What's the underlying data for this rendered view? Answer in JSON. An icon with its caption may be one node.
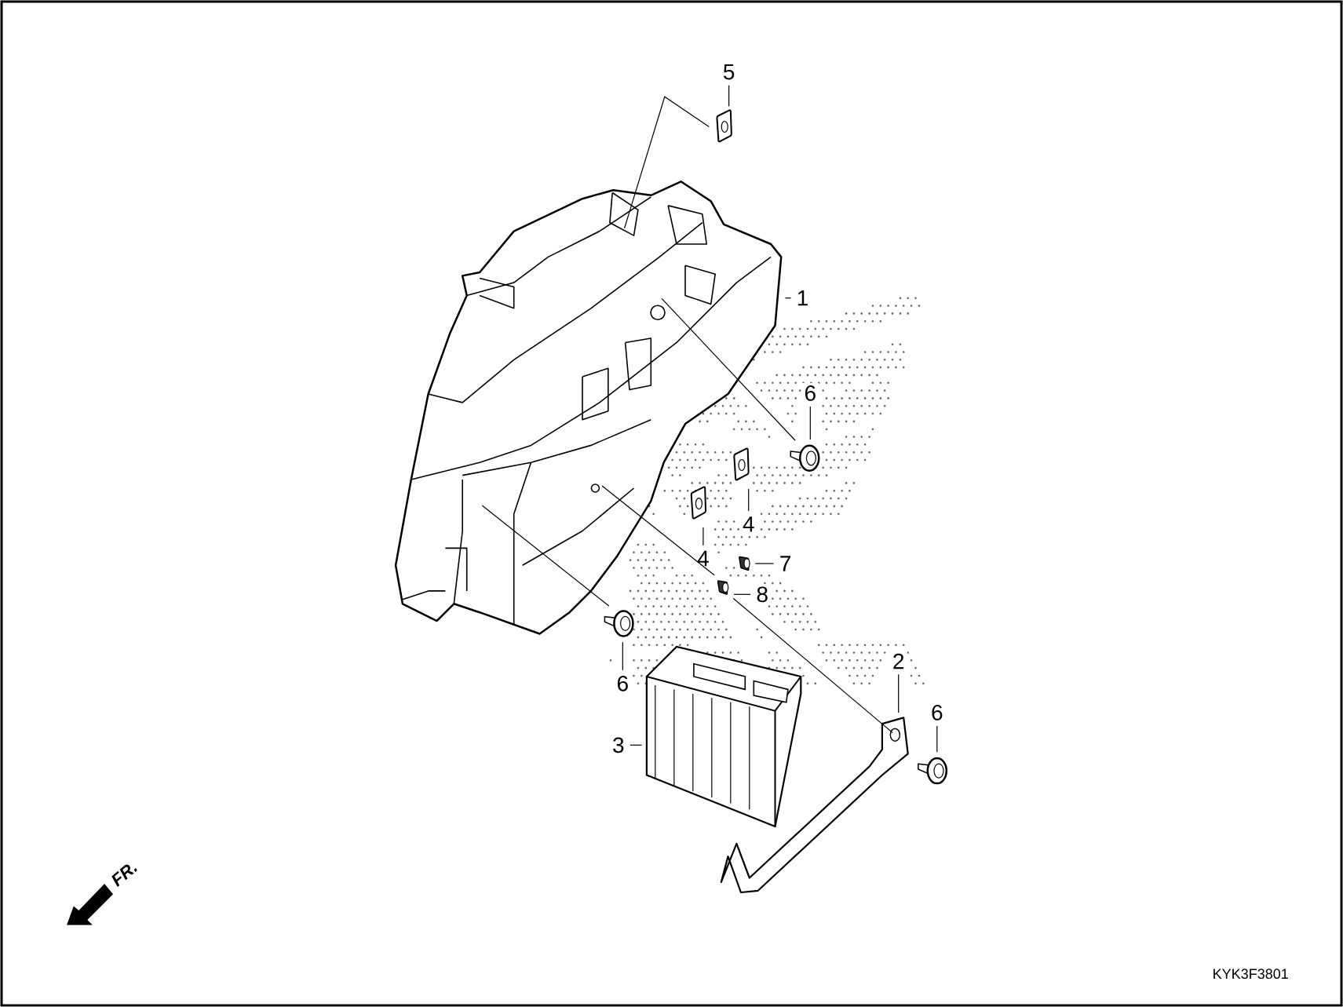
{
  "diagram": {
    "nodes": [
      {
        "text": [
          "5"
        ]
      },
      {
        "text": [],
        "shape": "picture"
      },
      {
        "text": [],
        "shape": "picture"
      },
      {
        "text": [
          "1"
        ]
      },
      {
        "text": [
          "6"
        ]
      },
      {
        "text": [],
        "shape": "picture"
      },
      {
        "text": [],
        "shape": "picture"
      },
      {
        "text": [
          "4"
        ]
      },
      {
        "text": [],
        "shape": "picture"
      },
      {
        "text": [
          "4"
        ]
      },
      {
        "text": [],
        "shape": "picture"
      },
      {
        "text": [
          "7"
        ]
      },
      {
        "text": [],
        "shape": "picture"
      },
      {
        "text": [
          "8"
        ]
      },
      {
        "text": [],
        "shape": "picture"
      },
      {
        "text": [
          "6"
        ]
      },
      {
        "text": [
          "2"
        ]
      },
      {
        "text": [],
        "shape": "picture"
      },
      {
        "text": [
          "6"
        ]
      },
      {
        "text": [],
        "shape": "picture"
      },
      {
        "text": [],
        "shape": "picture"
      },
      {
        "text": [
          "3"
        ]
      }
    ],
    "edges": [
      {
        "from": 0,
        "to": 1,
        "arrow": "none"
      },
      {
        "from": 3,
        "to": 2,
        "arrow": "none"
      },
      {
        "from": 4,
        "to": 5,
        "arrow": "none"
      },
      {
        "from": 7,
        "to": 6,
        "arrow": "none"
      },
      {
        "from": 9,
        "to": 8,
        "arrow": "none"
      },
      {
        "from": 11,
        "to": 10,
        "arrow": "none"
      },
      {
        "from": 13,
        "to": 12,
        "arrow": "none"
      },
      {
        "from": 15,
        "to": 14,
        "arrow": "none"
      },
      {
        "from": 16,
        "to": 17,
        "arrow": "none"
      },
      {
        "from": 18,
        "to": 19,
        "arrow": "none"
      },
      {
        "from": 21,
        "to": 20,
        "arrow": "none"
      },
      {
        "from": 1,
        "to": 2,
        "arrow": "none"
      },
      {
        "from": 5,
        "to": 2,
        "arrow": "none"
      },
      {
        "from": 14,
        "to": 2,
        "arrow": "none"
      },
      {
        "from": 17,
        "to": 12,
        "arrow": "none"
      },
      {
        "from": 12,
        "to": 2,
        "arrow": "none"
      }
    ],
    "labels": [
      "FR.",
      "KYK3F3801"
    ]
  }
}
